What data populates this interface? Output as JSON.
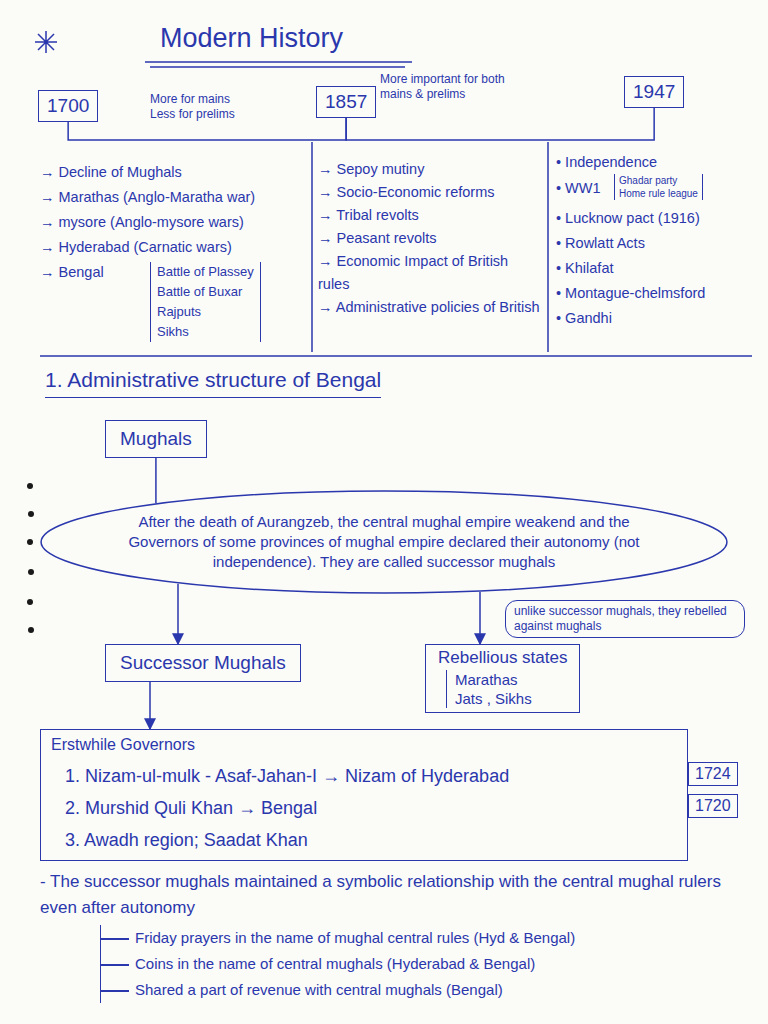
{
  "diagram": {
    "title": "Modern History",
    "nodes": [
      {
        "text": [
          "1700"
        ]
      },
      {
        "text": [
          "1857"
        ]
      },
      {
        "text": [
          "1947"
        ]
      },
      {
        "text": [
          "Mughals"
        ]
      },
      {
        "text": [
          "After the death of Aurangzeb, the central mughal empire weakend and the Governors of some provinces of mughal empire declared their autonomy (not independence). They are called successor mughals"
        ]
      },
      {
        "text": [
          "unlike successor mughals, they rebelled against mughals"
        ]
      },
      {
        "text": [
          "Successor Mughals"
        ]
      },
      {
        "text": [
          "Rebellious states",
          "Marathas",
          "Jats , Sikhs"
        ]
      },
      {
        "text": [
          "Erstwhile Governors",
          "1. Nizam-ul-mulk - Asaf-Jahan-I → Nizam of Hyderabad",
          "2. Murshid Quli Khan → Bengal",
          "3. Awadh region; Saadat Khan"
        ]
      },
      {
        "text": [
          "1724"
        ]
      },
      {
        "text": [
          "1720"
        ]
      }
    ],
    "edges": [
      {
        "from": 0,
        "to": 1,
        "arrow": "none"
      },
      {
        "from": 1,
        "to": 2,
        "arrow": "none"
      },
      {
        "from": 3,
        "to": 4,
        "arrow": "none"
      },
      {
        "from": 4,
        "to": 6,
        "arrow": "to"
      },
      {
        "from": 4,
        "to": 7,
        "arrow": "to"
      },
      {
        "from": 6,
        "to": 8,
        "arrow": "to"
      }
    ],
    "labels": [
      "More for mains Less for prelims",
      "More important for both mains & prelims",
      "→ Decline of Mughals",
      "→ Marathas (Anglo-Maratha war)",
      "→ mysore (Anglo-mysore wars)",
      "→ Hyderabad (Carnatic wars)",
      "→ Bengal",
      "Battle of Plassey",
      "Battle of Buxar",
      "Rajputs",
      "Sikhs",
      "→ Sepoy mutiny",
      "→ Socio-Economic reforms",
      "→ Tribal revolts",
      "→ Peasant revolts",
      "→ Economic Impact of British rules",
      "→ Administrative policies of British",
      "• Independence",
      "• WW1",
      "Ghadar party",
      "Home rule league",
      "• Lucknow pact (1916)",
      "• Rowlatt Acts",
      "• Khilafat",
      "• Montague-chelmsford",
      "• Gandhi",
      "1. Administrative structure of Bengal",
      "- The successor mughals maintained a symbolic relationship with the central mughal rulers even after autonomy",
      "Friday prayers in the name of mughal central rules (Hyd & Bengal)",
      "Coins in the name of central mughals (Hyderabad & Bengal)",
      "Shared a part of revenue with central mughals (Bengal)"
    ]
  }
}
